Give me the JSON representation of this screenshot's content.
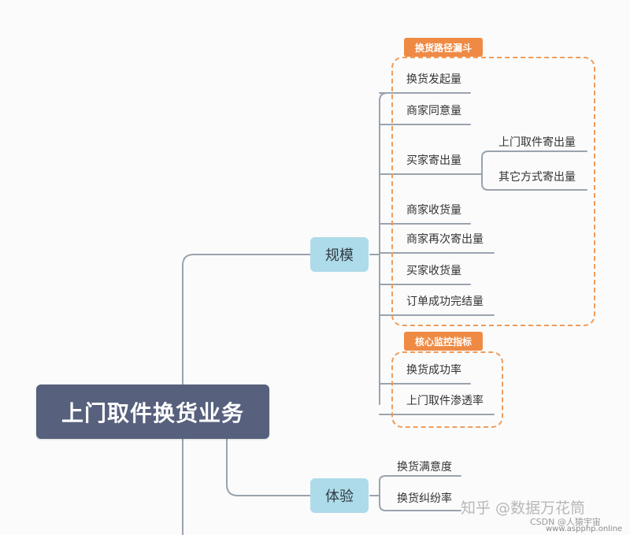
{
  "root": {
    "label": "上门取件换货业务"
  },
  "branches": {
    "scale": "规模",
    "experience": "体验"
  },
  "groups": {
    "funnel": {
      "title": "换货路径漏斗"
    },
    "core": {
      "title": "核心监控指标"
    }
  },
  "scale_items": [
    "换货发起量",
    "商家同意量",
    "买家寄出量",
    "商家收货量",
    "商家再次寄出量",
    "买家收货量",
    "订单成功完结量"
  ],
  "buyer_ship_sub": [
    "上门取件寄出量",
    "其它方式寄出量"
  ],
  "core_items": [
    "换货成功率",
    "上门取件渗透率"
  ],
  "experience_items": [
    "换货满意度",
    "换货纠纷率"
  ],
  "watermark": {
    "zhihu": "知乎 @数据万花筒",
    "csdn": "CSDN @人猿宇宙",
    "site": "www.aspphp.online"
  },
  "colors": {
    "root_bg": "#57617d",
    "branch_bg": "#aedbe9",
    "accent": "#ef8a45",
    "line": "#9aa3ae"
  }
}
